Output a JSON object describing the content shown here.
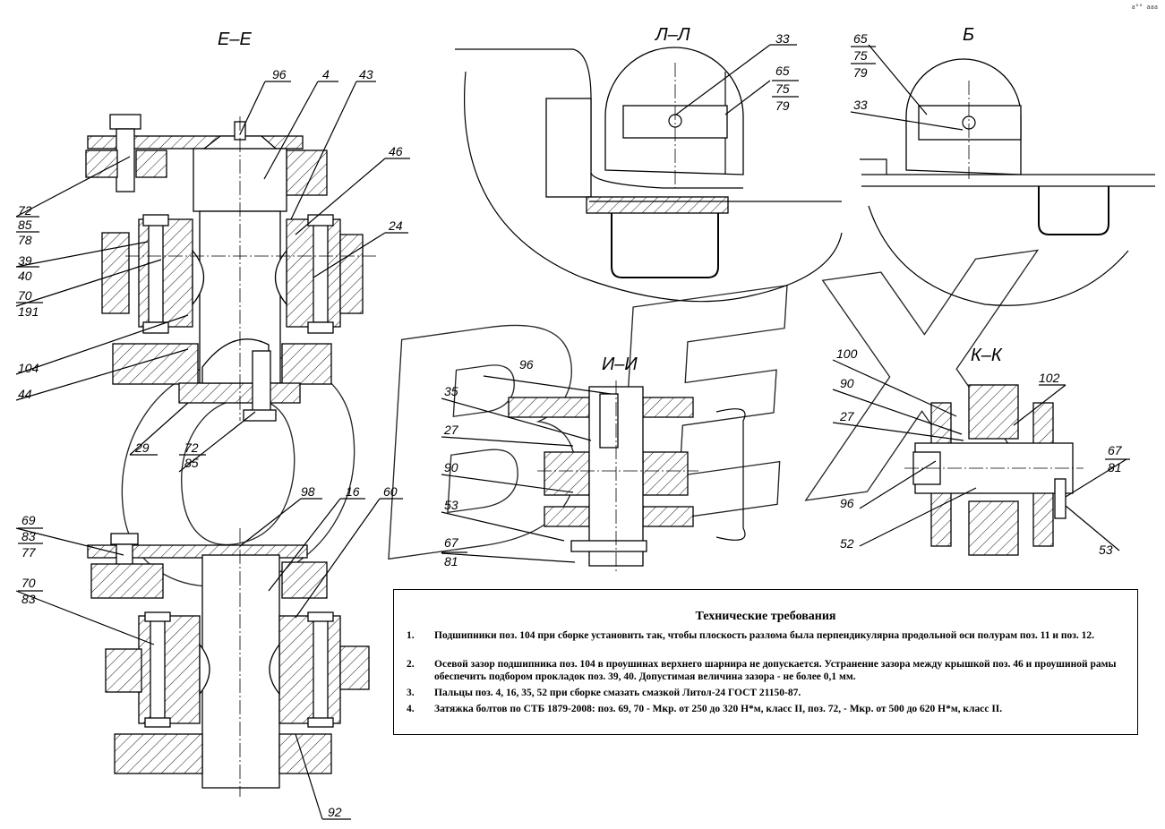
{
  "views": [
    {
      "key": "ee",
      "title": "Е–Е"
    },
    {
      "key": "ll",
      "title": "Л–Л"
    },
    {
      "key": "b",
      "title": "Б"
    },
    {
      "key": "ii",
      "title": "И–И"
    },
    {
      "key": "kk",
      "title": "К–К"
    }
  ],
  "callouts": {
    "ee_96": "96",
    "ee_4": "4",
    "ee_43": "43",
    "ee_46": "46",
    "ee_24": "24",
    "ee_72": "72",
    "ee_85": "85",
    "ee_78": "78",
    "ee_39": "39",
    "ee_40": "40",
    "ee_70": "70",
    "ee_191": "191",
    "ee_104": "104",
    "ee_44": "44",
    "ee_29": "29",
    "ee_72b": "72",
    "ee_85b": "85",
    "lo_98": "98",
    "lo_16": "16",
    "lo_60": "60",
    "lo_69": "69",
    "lo_83": "83",
    "lo_77": "77",
    "lo_70": "70",
    "lo_83b": "83",
    "lo_92": "92",
    "ll_33": "33",
    "ll_65": "65",
    "ll_75": "75",
    "ll_79": "79",
    "b_65": "65",
    "b_75": "75",
    "b_79": "79",
    "b_33": "33",
    "ii_96": "96",
    "ii_35": "35",
    "ii_27": "27",
    "ii_90": "90",
    "ii_53": "53",
    "ii_67": "67",
    "ii_81": "81",
    "kk_100": "100",
    "kk_102": "102",
    "kk_90": "90",
    "kk_27": "27",
    "kk_67": "67",
    "kk_81": "81",
    "kk_96": "96",
    "kk_52": "52",
    "kk_53": "53"
  },
  "watermark": "ОВЕХ",
  "corner_mark": "а°° ааа",
  "notes": {
    "title": "Технические требования",
    "items": [
      {
        "n": "1.",
        "text": "Подшипники поз. 104 при сборке установить так, чтобы плоскость разлома была перпендикулярна продольной оси полурам поз. 11 и поз. 12."
      },
      {
        "n": "2.",
        "text": "Осевой зазор подшипника поз. 104 в проушинах верхнего шарнира не допускается. Устранение зазора между крышкой поз. 46 и проушиной рамы обеспечить подбором прокладок поз. 39, 40. Допустимая величина зазора - не более 0,1 мм."
      },
      {
        "n": "3.",
        "text": "Пальцы поз. 4, 16, 35, 52 при сборке смазать смазкой Литол-24 ГОСТ 21150-87."
      },
      {
        "n": "4.",
        "text": "Затяжка  болтов по СТБ 1879-2008: поз. 69, 70 - Мкр. от 250 до 320 Н*м, класс II, поз. 72, - Мкр. от 500 до 620 Н*м, класс II."
      }
    ]
  }
}
